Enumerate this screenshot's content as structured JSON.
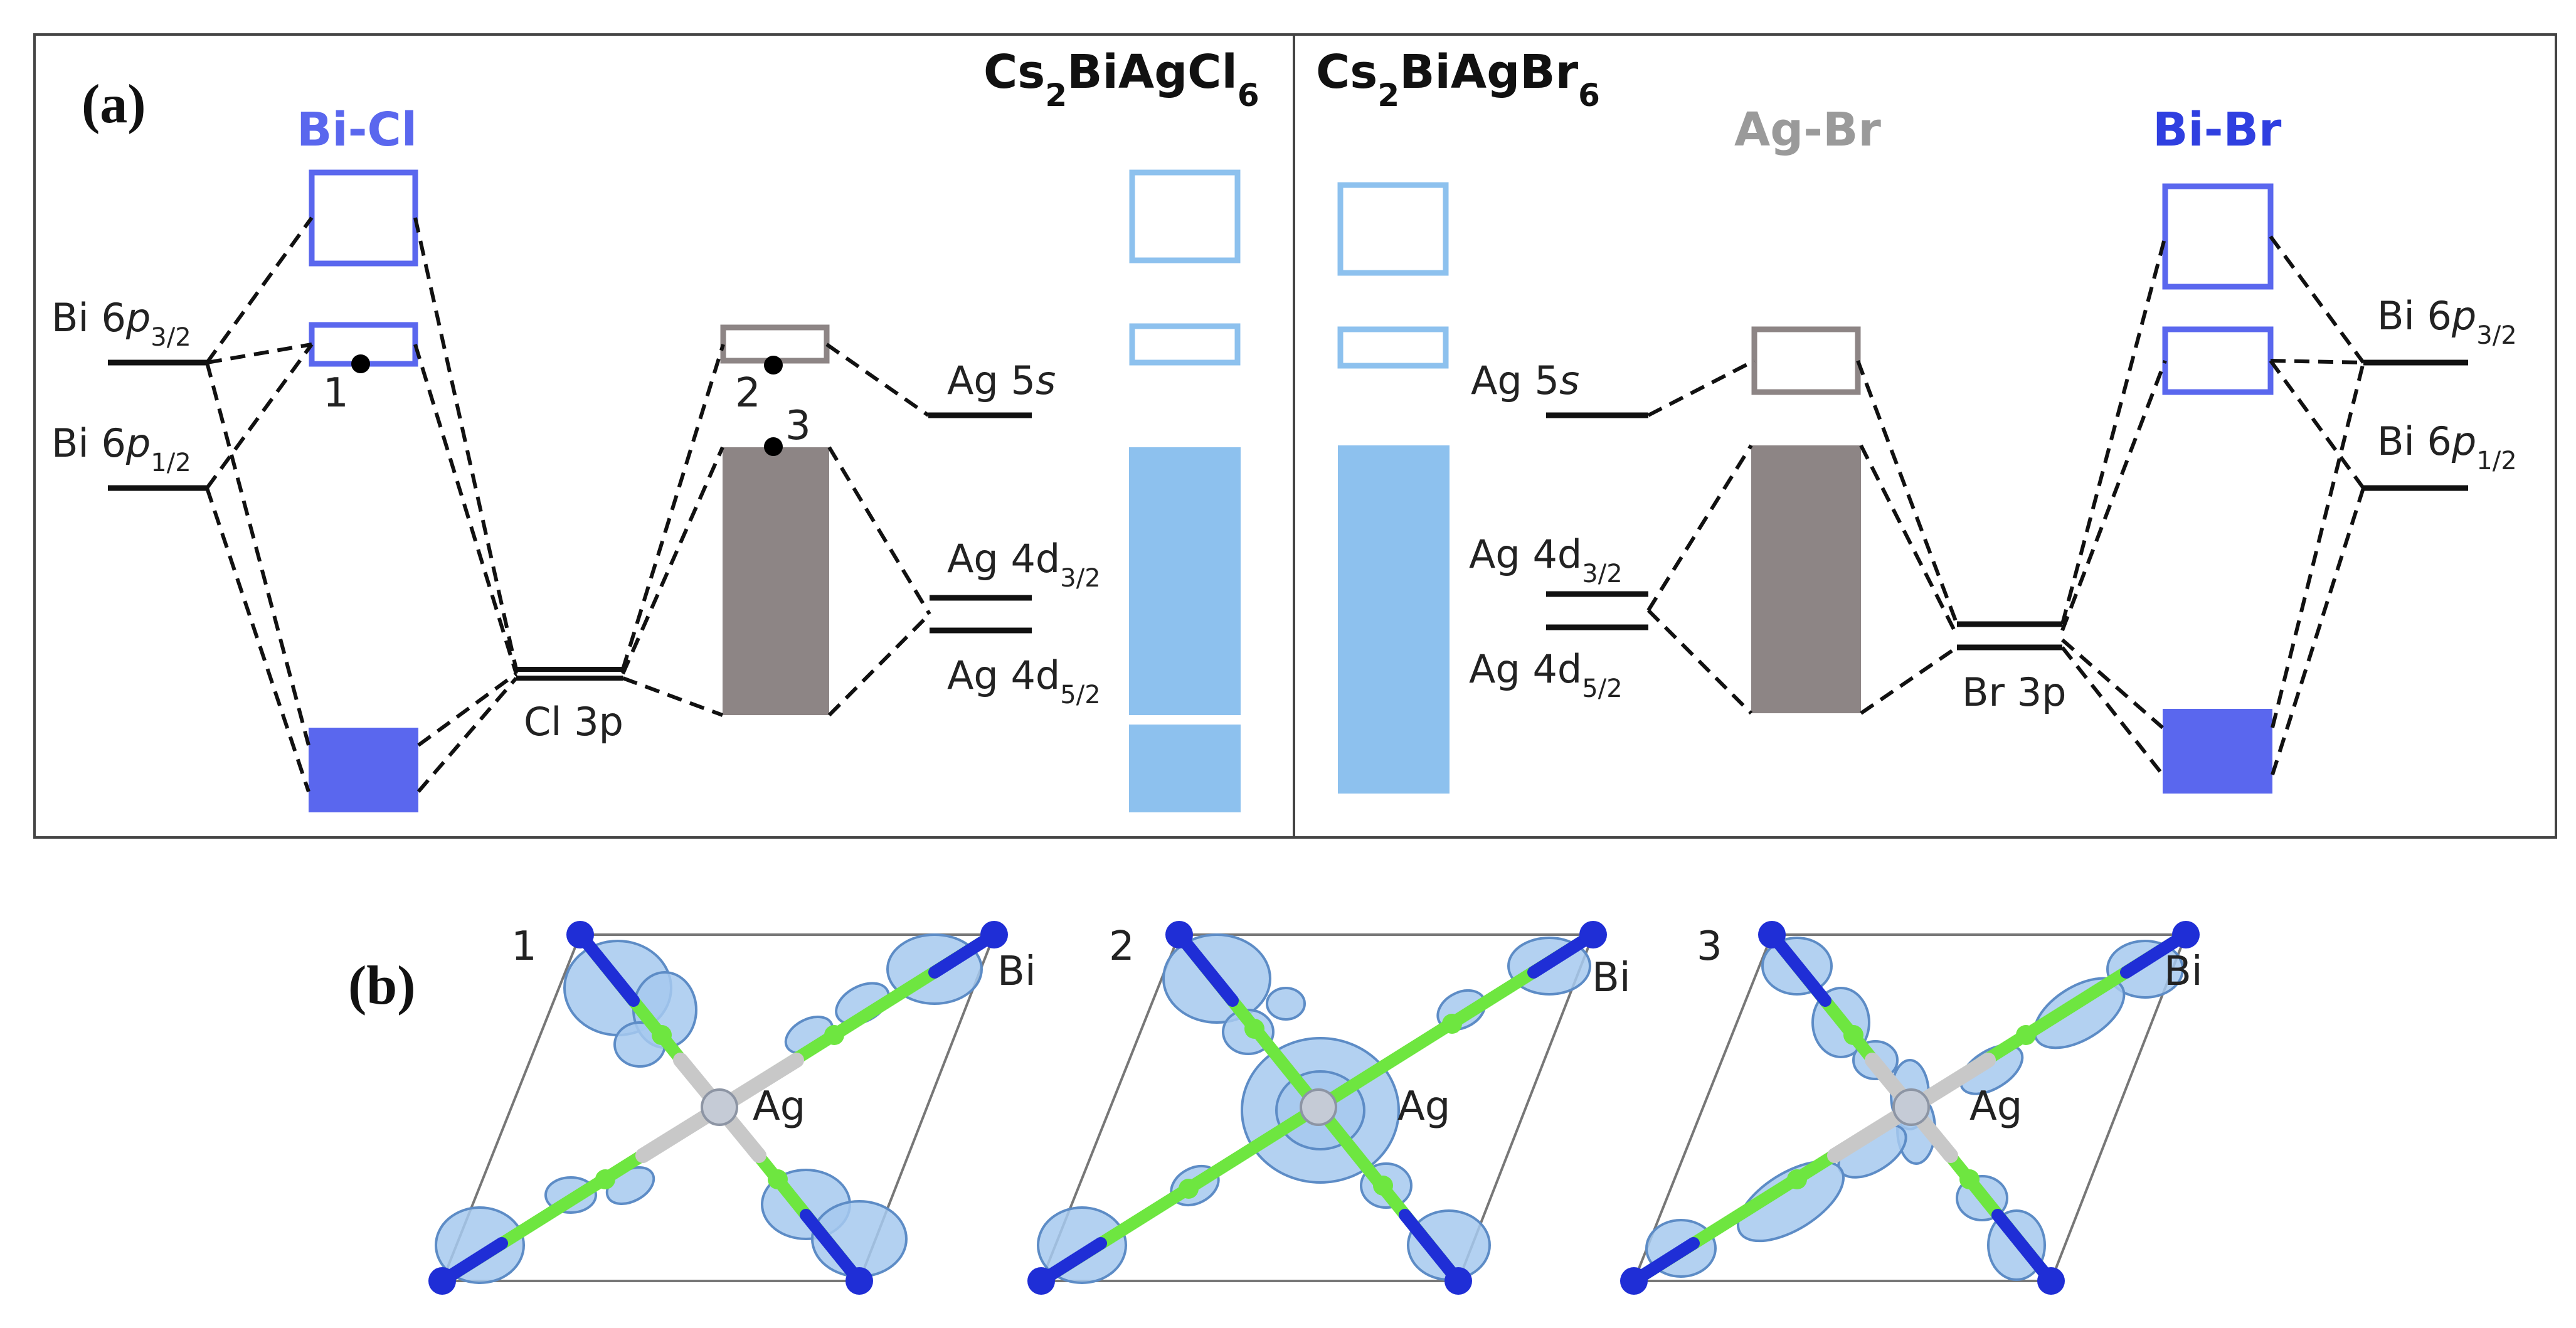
{
  "panel_a": {
    "label": "(a)",
    "left_compound": {
      "base": "Cs",
      "s1": "2",
      "mid": "BiAgCl",
      "s2": "6"
    },
    "right_compound": {
      "base": "Cs",
      "s1": "2",
      "mid": "BiAgBr",
      "s2": "6"
    },
    "bi_cl": "Bi-Cl",
    "ag_br": "Ag-Br",
    "bi_br": "Bi-Br",
    "bi_6p32": {
      "base": "Bi 6",
      "italic": "p",
      "sub": "3/2"
    },
    "bi_6p12": {
      "base": "Bi 6",
      "italic": "p",
      "sub": "1/2"
    },
    "ag_5s": {
      "base": "Ag 5",
      "italic": "s"
    },
    "ag_4d32": {
      "base": "Ag 4d",
      "sub": "3/2"
    },
    "ag_4d52": {
      "base": "Ag 4d",
      "sub": "5/2"
    },
    "cl_3p": "Cl 3p",
    "br_3p": "Br 3p",
    "state_1": "1",
    "state_2": "2",
    "state_3": "3"
  },
  "panel_b": {
    "label": "(b)",
    "cells": [
      {
        "number": "1",
        "bi": "Bi",
        "ag": "Ag"
      },
      {
        "number": "2",
        "bi": "Bi",
        "ag": "Ag"
      },
      {
        "number": "3",
        "bi": "Bi",
        "ag": "Ag"
      }
    ]
  },
  "colors": {
    "bi_blue": "#5a67ee",
    "light_blue": "#8dc1ee",
    "gray_box": "#8d8585",
    "ag_br_label": "#9a9a9a",
    "bi_br_label": "#2f3fe0",
    "bond_green": "#6ee640",
    "bi_atom": "#1f2ed6",
    "orbital_blue": "#a6c9ee",
    "orbital_edge": "#5d8cc6"
  }
}
